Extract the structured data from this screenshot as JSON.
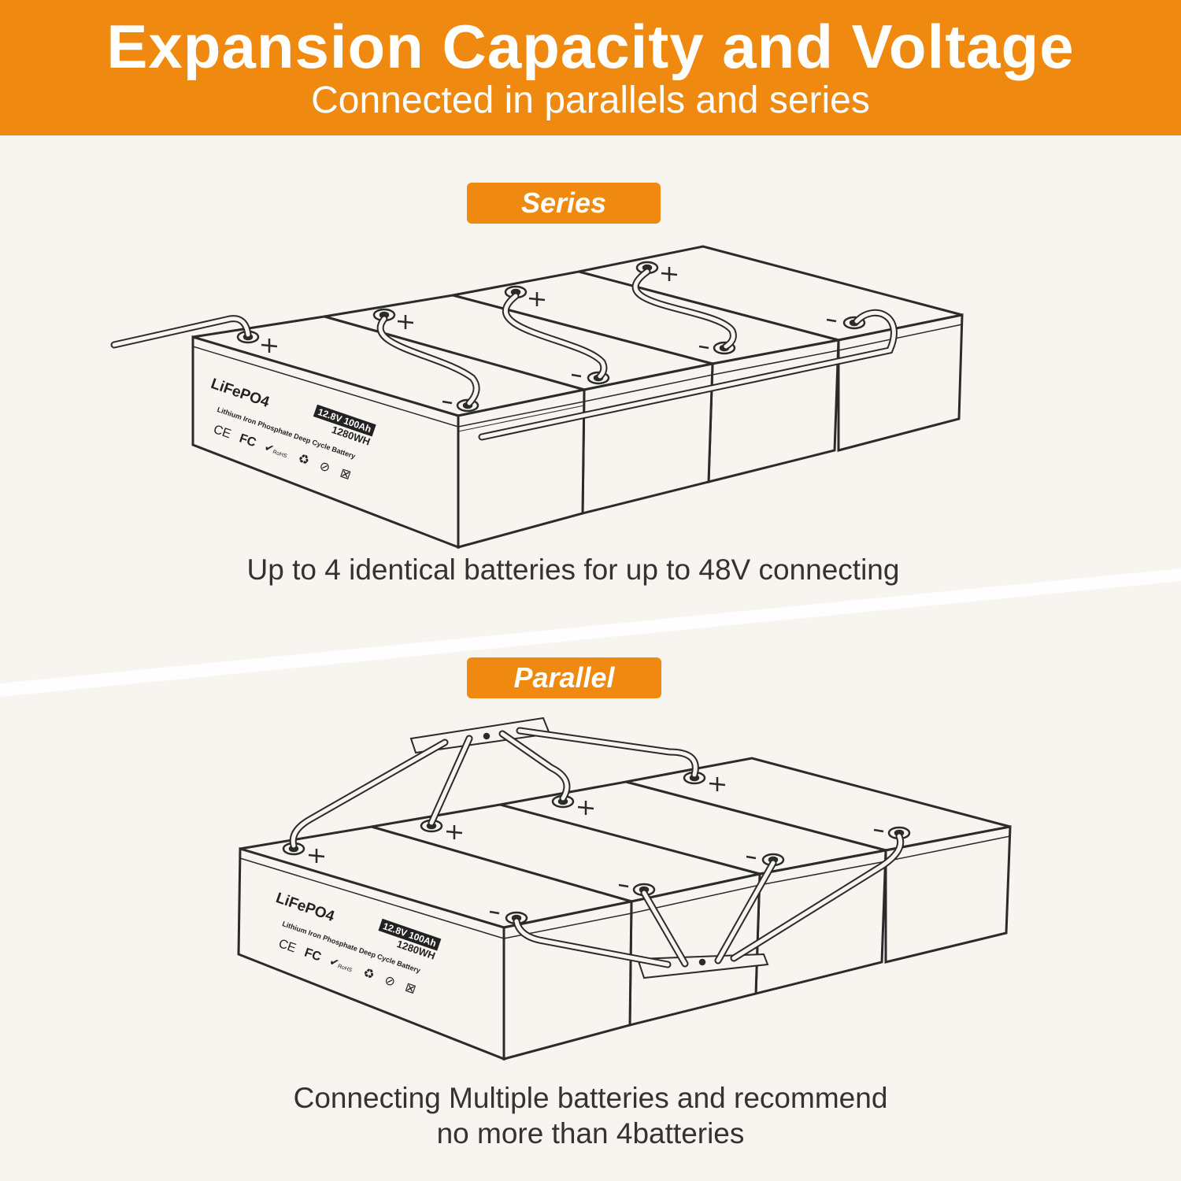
{
  "header": {
    "title": "Expansion Capacity and Voltage",
    "subtitle": "Connected in parallels and series"
  },
  "series": {
    "label": "Series",
    "caption": "Up to 4 identical batteries for up to 48V connecting"
  },
  "parallel": {
    "label": "Parallel",
    "caption_line1": "Connecting Multiple batteries and recommend",
    "caption_line2": "no more than 4batteries"
  },
  "battery": {
    "brand": "LiFePO4",
    "rating": "12.8V 100Ah",
    "energy": "1280WH",
    "description": "Lithium Iron Phosphate Deep Cycle Battery",
    "cert_ce": "CE",
    "cert_fc": "FC",
    "cert_rohs": "RoHS",
    "plus": "+",
    "minus": "-"
  },
  "colors": {
    "accent": "#f0890f",
    "background": "#f8f4ef",
    "line": "#2b2b2b"
  }
}
